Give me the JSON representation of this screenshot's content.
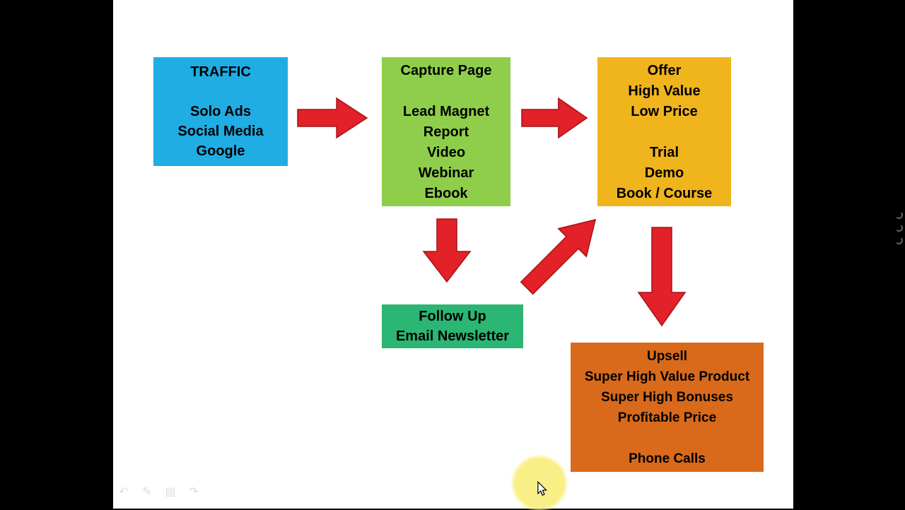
{
  "frame": {
    "background": "#000000",
    "canvas": "#ffffff"
  },
  "colors": {
    "arrow_fill": "#E22128",
    "arrow_stroke": "#A31418",
    "text": "#000000",
    "highlight": "#F8EE7D"
  },
  "boxes": {
    "traffic": {
      "color": "#1FADE4",
      "lines": [
        "TRAFFIC",
        "",
        "Solo Ads",
        "Social Media",
        "Google"
      ]
    },
    "capture": {
      "color": "#8FCE4A",
      "lines": [
        "Capture Page",
        "",
        "Lead Magnet",
        "Report",
        "Video",
        "Webinar",
        "Ebook"
      ]
    },
    "offer": {
      "color": "#F0B41C",
      "lines": [
        "Offer",
        "High Value",
        "Low Price",
        "",
        "Trial",
        "Demo",
        "Book / Course"
      ]
    },
    "followup": {
      "color": "#2BB673",
      "lines": [
        "Follow Up",
        "Email Newsletter"
      ]
    },
    "upsell": {
      "color": "#D96A1B",
      "lines": [
        "Upsell",
        "Super High Value Product",
        "Super High Bonuses",
        "Profitable Price",
        "",
        "Phone Calls"
      ]
    }
  },
  "arrows": [
    {
      "from": "traffic",
      "to": "capture",
      "direction": "right"
    },
    {
      "from": "capture",
      "to": "offer",
      "direction": "right"
    },
    {
      "from": "capture",
      "to": "followup",
      "direction": "down"
    },
    {
      "from": "followup",
      "to": "offer",
      "direction": "up-right"
    },
    {
      "from": "offer",
      "to": "upsell",
      "direction": "down"
    }
  ],
  "toolbar": {
    "icons": [
      {
        "name": "undo-icon",
        "glyph": "↶"
      },
      {
        "name": "pen-icon",
        "glyph": "✎"
      },
      {
        "name": "notes-icon",
        "glyph": "▤"
      },
      {
        "name": "redo-icon",
        "glyph": "↷"
      }
    ]
  }
}
